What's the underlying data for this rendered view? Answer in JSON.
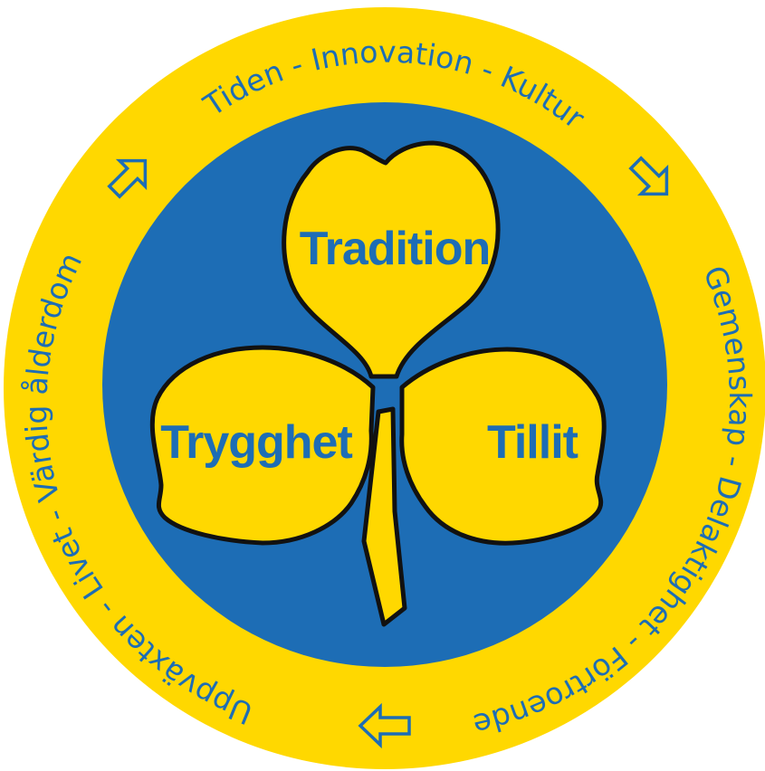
{
  "colors": {
    "yellow": "#FFD800",
    "blue": "#1D6DB5",
    "outline": "#111111",
    "background": "#FFFFFF"
  },
  "ring": {
    "top_text": "Tiden - Innovation - Kultur",
    "right_text": "Gemenskap - Delaktighet - Förtroende",
    "left_text": "Uppväxten - Livet - Värdig ålderdom"
  },
  "leaves": {
    "top": "Tradition",
    "left": "Trygghet",
    "right": "Tillit"
  },
  "arrows": {
    "top_left": "arrow-up-right-icon",
    "top_right": "arrow-down-right-icon",
    "bottom": "arrow-left-icon"
  }
}
